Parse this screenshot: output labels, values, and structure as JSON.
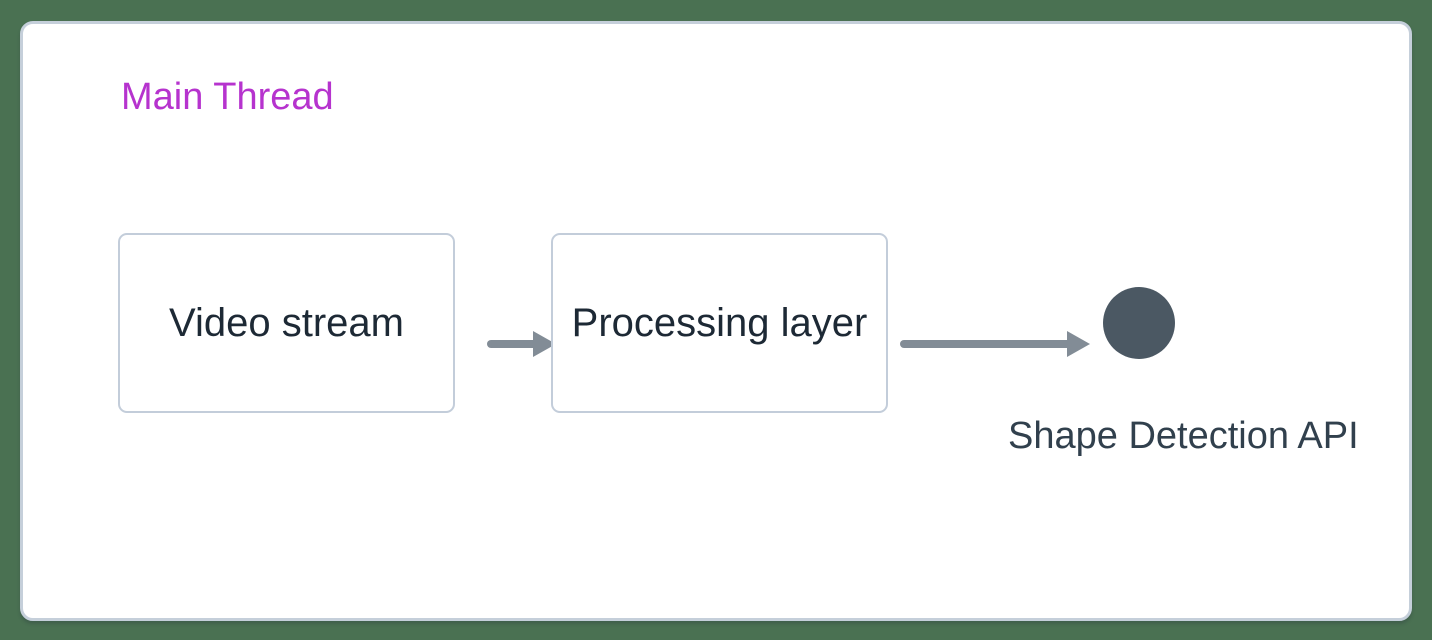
{
  "diagram": {
    "title": "Main Thread",
    "nodes": [
      {
        "id": "video-stream",
        "label": "Video stream",
        "shape": "rectangle"
      },
      {
        "id": "processing-layer",
        "label": "Processing layer",
        "shape": "rectangle"
      },
      {
        "id": "shape-detection-api",
        "label": "Shape Detection API",
        "shape": "circle"
      }
    ],
    "connections": [
      {
        "from": "video-stream",
        "to": "processing-layer",
        "style": "arrow"
      },
      {
        "from": "processing-layer",
        "to": "shape-detection-api",
        "style": "arrow"
      }
    ],
    "colors": {
      "background": "#4a7152",
      "panel": "#ffffff",
      "panel_border": "#c5cfda",
      "node_border": "#c3cdda",
      "node_text": "#1d2935",
      "title": "#b633ce",
      "arrow": "#828c96",
      "circle_fill": "#4b5863",
      "label_text": "#31404d"
    }
  }
}
